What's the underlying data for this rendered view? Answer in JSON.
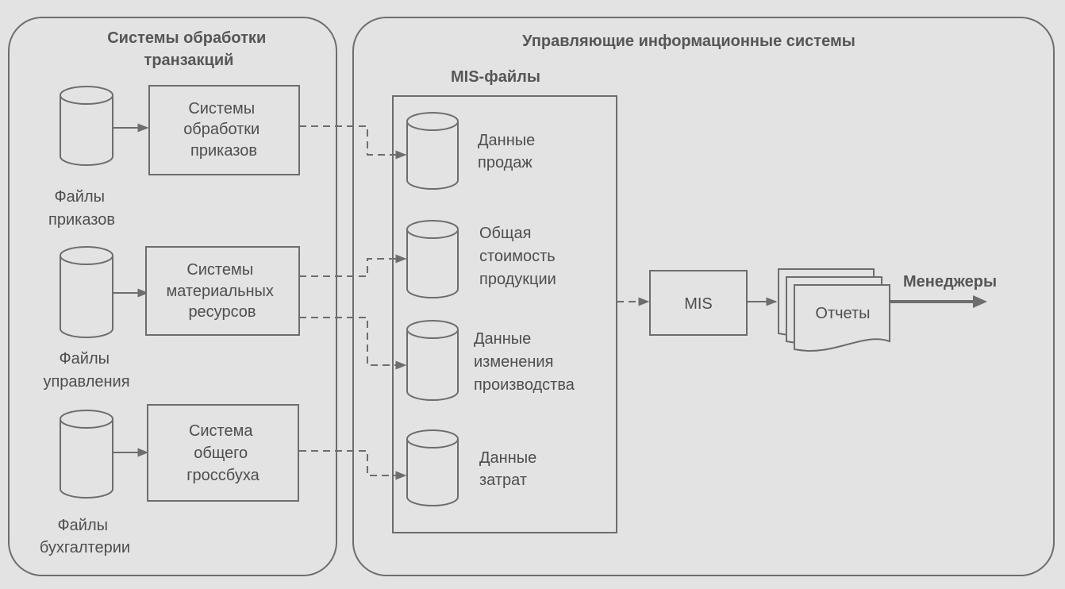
{
  "left_group": {
    "title": [
      "Системы обработки",
      "транзакций"
    ]
  },
  "right_group": {
    "title": "Управляющие информационные системы"
  },
  "mis_files": {
    "title": "MIS-файлы"
  },
  "tps": [
    {
      "lines": [
        "Системы",
        "обработки",
        "приказов"
      ],
      "db_label": [
        "Файлы",
        "приказов"
      ]
    },
    {
      "lines": [
        "Системы",
        "материальных",
        "ресурсов"
      ],
      "db_label": [
        "Файлы",
        "управления"
      ]
    },
    {
      "lines": [
        "Система",
        "общего",
        "гроссбуха"
      ],
      "db_label": [
        "Файлы",
        "бухгалтерии"
      ]
    }
  ],
  "mis_dbs": [
    {
      "lines": [
        "Данные",
        "продаж"
      ]
    },
    {
      "lines": [
        "Общая",
        "стоимость",
        "продукции"
      ]
    },
    {
      "lines": [
        "Данные",
        "изменения",
        "производства"
      ]
    },
    {
      "lines": [
        "Данные",
        "затрат"
      ]
    }
  ],
  "mis_box": {
    "label": "MIS"
  },
  "reports": {
    "label": "Отчеты"
  },
  "managers": {
    "label": "Менеджеры"
  }
}
